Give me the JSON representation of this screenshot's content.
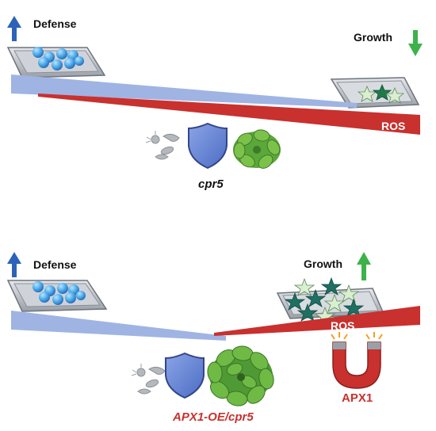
{
  "panels": [
    {
      "id": "top",
      "defense_label": "Defense",
      "growth_label": "Growth",
      "ros_label": "ROS",
      "genotype_label": "cpr5",
      "defense_arrow": "up",
      "growth_arrow": "down"
    },
    {
      "id": "bottom",
      "defense_label": "Defense",
      "growth_label": "Growth",
      "ros_label": "ROS",
      "genotype_label": "APX1-OE/cpr5",
      "scavenger_label": "APX1",
      "defense_arrow": "up",
      "growth_arrow": "up"
    }
  ],
  "colors": {
    "defense_arrow": "#2b63b8",
    "growth_arrow": "#3db24a",
    "ros_bar": "#c8312e",
    "defense_bar": "#9fb4e3",
    "defense_spheres": "#4aa8e8",
    "shield": "#6f8fd6",
    "plant": "#5aa83a",
    "star_dark": "#1f6f63",
    "star_light": "#d9efcf",
    "magnet": "#c8312e",
    "genotype_text": "#c8312e"
  },
  "icons": [
    "defense-arrow-icon",
    "growth-arrow-icon",
    "dish-icon",
    "shield-icon",
    "plant-icon",
    "pathogen-icon",
    "magnet-icon"
  ]
}
